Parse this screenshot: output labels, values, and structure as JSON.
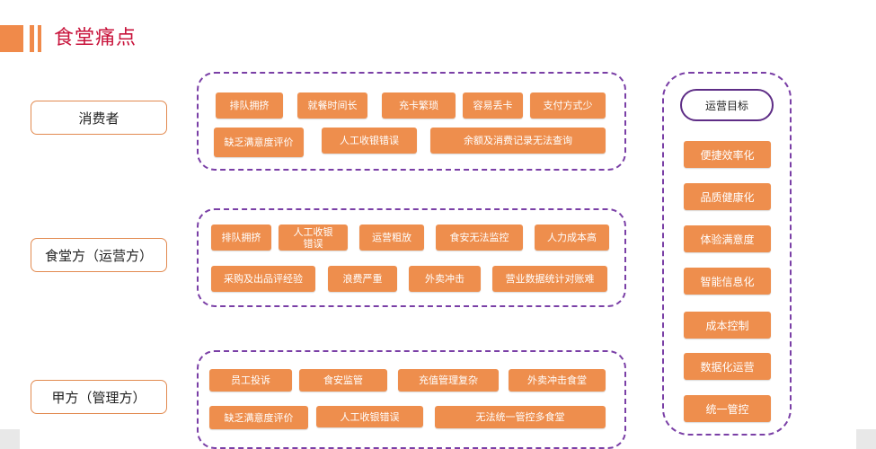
{
  "page": {
    "title": "食堂痛点",
    "accent_color": "#f08a4a",
    "title_color": "#c8133b",
    "chip_color": "#ee8e4d",
    "dash_color": "#7a3fa6"
  },
  "groups": [
    {
      "label": "消费者",
      "chips": [
        "排队拥挤",
        "就餐时间长",
        "充卡繁琐",
        "容易丢卡",
        "支付方式少",
        "缺乏满意度评价",
        "人工收银错误",
        "余额及消费记录无法查询"
      ]
    },
    {
      "label": "食堂方（运营方）",
      "chips": [
        "排队拥挤",
        "人工收银错误",
        "运营粗放",
        "食安无法监控",
        "人力成本高",
        "采购及出品评经验",
        "浪费严重",
        "外卖冲击",
        "营业数据统计对账难"
      ]
    },
    {
      "label": "甲方（管理方）",
      "chips": [
        "员工投诉",
        "食安监管",
        "充值管理复杂",
        "外卖冲击食堂",
        "缺乏满意度评价",
        "人工收银错误",
        "无法统一管控多食堂"
      ]
    }
  ],
  "goals": {
    "title": "运营目标",
    "items": [
      "便捷效率化",
      "品质健康化",
      "体验满意度",
      "智能信息化",
      "成本控制",
      "数据化运营",
      "统一管控"
    ]
  }
}
